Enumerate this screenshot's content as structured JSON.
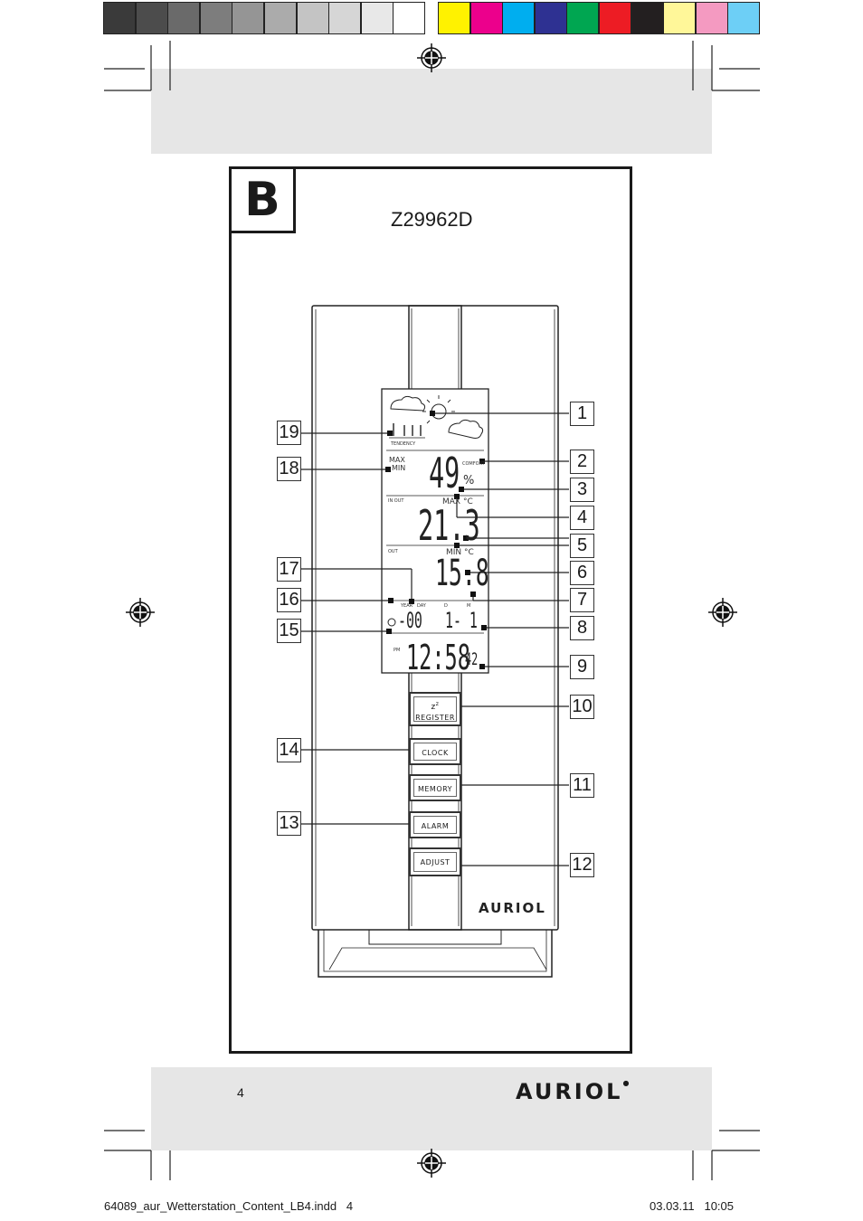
{
  "color_bar": {
    "grays": [
      "#3a3a3a",
      "#4c4c4c",
      "#6a6a6a",
      "#7d7d7d",
      "#959595",
      "#ababab",
      "#c4c4c4",
      "#d6d6d6",
      "#e8e8e8",
      "#ffffff"
    ],
    "colors": [
      "#fff200",
      "#ec008c",
      "#00aeef",
      "#2e3192",
      "#00a651",
      "#ed1c24",
      "#231f20",
      "#fff799",
      "#f49ac1",
      "#6dcff6"
    ]
  },
  "figure": {
    "letter": "B",
    "model": "Z29962D"
  },
  "callouts_left": [
    "19",
    "18",
    "17",
    "16",
    "15",
    "14",
    "13"
  ],
  "callouts_right": [
    "1",
    "2",
    "3",
    "4",
    "5",
    "6",
    "7",
    "8",
    "9",
    "10",
    "11",
    "12"
  ],
  "lcd": {
    "tendency": "TENDENCY",
    "max": "MAX",
    "min": "MIN",
    "comfort": "COMFORT",
    "humidity": "49",
    "percent": "%",
    "in_out": "IN OUT",
    "max_c": "MAX °C",
    "temp_in": "21.3",
    "out": "OUT",
    "min_c": "MIN °C",
    "temp_out": "15.8",
    "year": "YEAR",
    "day": "DAY",
    "d": "D",
    "m": "M",
    "year_val": "-00",
    "date_val": "1- 1",
    "pm": "PM",
    "time": "12:58",
    "seconds": "42"
  },
  "buttons": {
    "register_zz": "z",
    "register": "REGISTER",
    "clock": "CLOCK",
    "memory": "MEMORY",
    "alarm": "ALARM",
    "adjust": "ADJUST"
  },
  "brand": "AURIOL",
  "page_number": "4",
  "footer": {
    "file": "64089_aur_Wetterstation_Content_LB4.indd   4",
    "date": "03.03.11   10:05"
  }
}
